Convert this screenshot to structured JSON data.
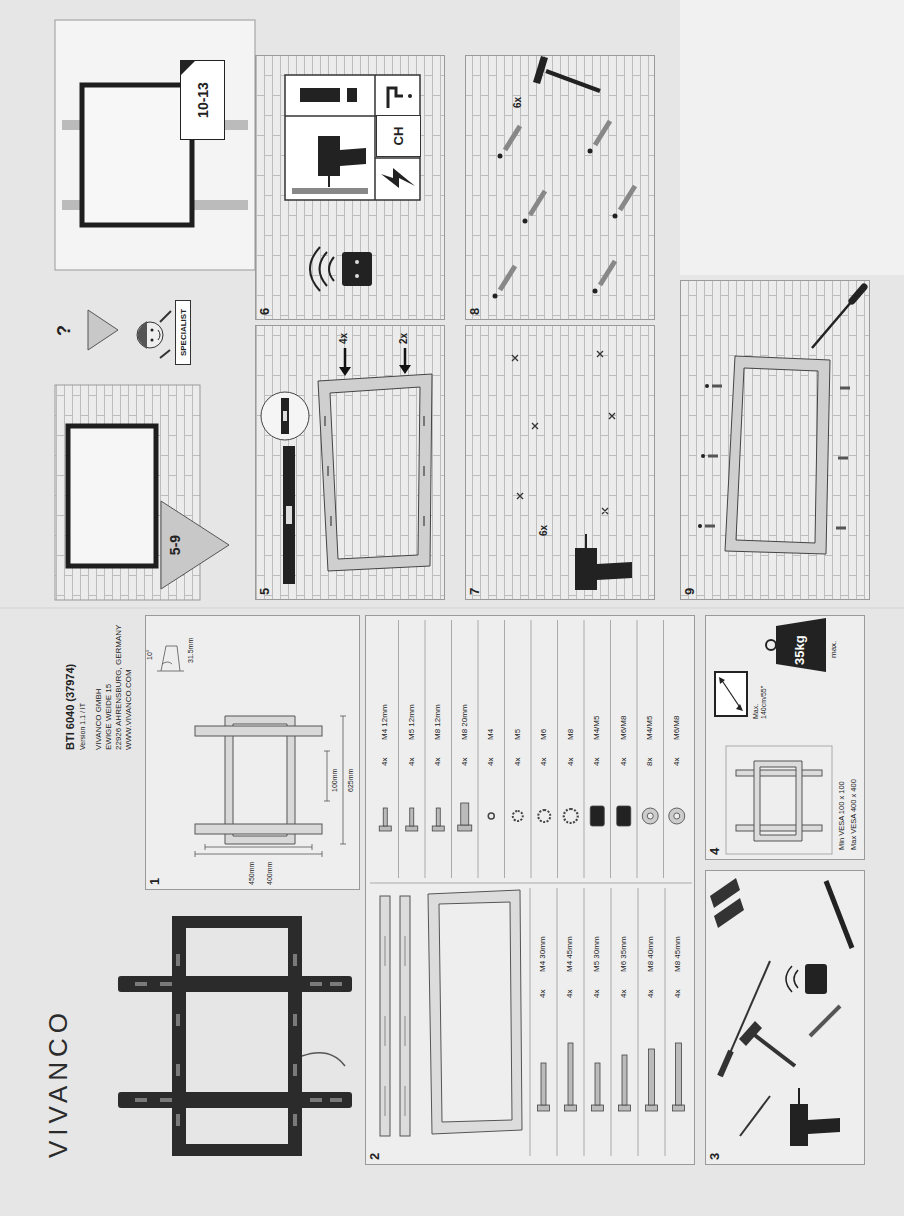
{
  "diagram": {
    "nodes": [
      {
        "text": [
          "1"
        ]
      },
      {
        "text": [
          "2"
        ]
      },
      {
        "text": [
          "3"
        ]
      },
      {
        "text": [
          "4"
        ]
      },
      {
        "text": [
          "5-9"
        ]
      },
      {
        "text": [
          "SPECIALIST"
        ]
      },
      {
        "text": [
          "10-13"
        ]
      },
      {
        "text": [
          "5"
        ]
      },
      {
        "text": [
          "6"
        ]
      },
      {
        "text": [
          "CH"
        ],
        "in": 8
      },
      {
        "text": [
          "7"
        ]
      },
      {
        "text": [
          "8"
        ]
      },
      {
        "text": [
          "9"
        ]
      }
    ],
    "labels": [
      "VIVANCO",
      "BTI 6040 (37974)",
      "Version 1.1 / IT",
      "VIVANCO GMBH",
      "EWIGE WEIDE 15",
      "22926 AHRENSBURG, GERMANY",
      "WWW.VIVANCO.COM",
      "10°",
      "31.5mm",
      "450mm",
      "400mm",
      "100mm",
      "625mm",
      "4x",
      "M4 30mm",
      "4x",
      "M4 45mm",
      "4x",
      "M5 30mm",
      "4x",
      "M6 35mm",
      "4x",
      "M8 40mm",
      "4x",
      "M8 45mm",
      "4x",
      "M4 12mm",
      "4x",
      "M5 12mm",
      "4x",
      "M8 12mm",
      "4x",
      "M8 20mm",
      "4x",
      "M4",
      "4x",
      "M5",
      "4x",
      "M6",
      "4x",
      "M8",
      "4x",
      "M4/M5",
      "4x",
      "M6/M8",
      "8x",
      "M4/M5",
      "4x",
      "M6/M8",
      "Max. 140cm/55\"",
      "35kg",
      "max.",
      "Min VESA 100 x 100",
      "Max VESA 400 x 400",
      "4x",
      "2x",
      "6x",
      "6x",
      "?"
    ]
  }
}
